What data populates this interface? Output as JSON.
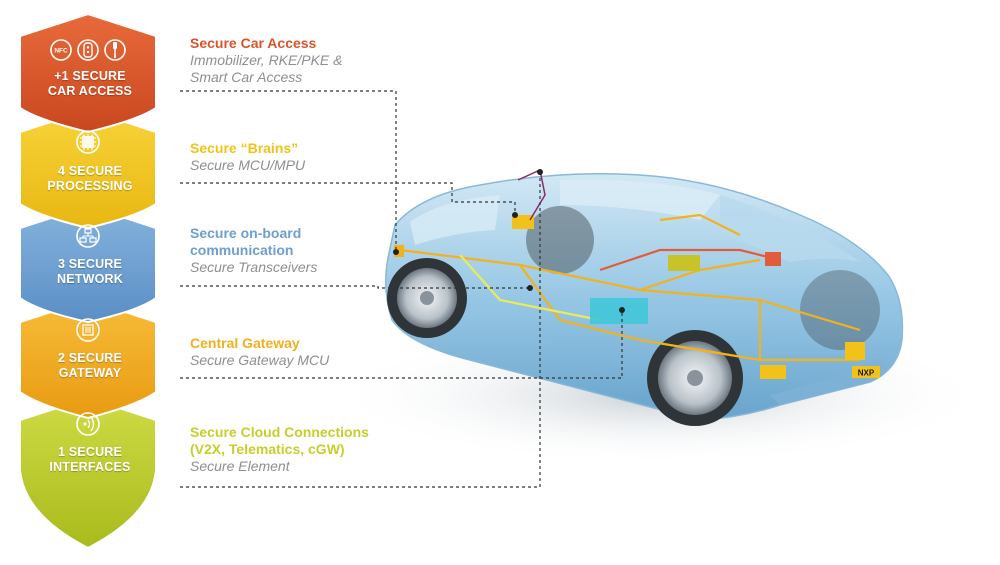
{
  "layers": [
    {
      "label_line1": "+1 SECURE",
      "label_line2": "CAR ACCESS",
      "color": "#d9542b",
      "icons": [
        "nfc-icon",
        "key-fob-icon",
        "key-icon"
      ],
      "icon_text": "NFC"
    },
    {
      "label_line1": "4 SECURE",
      "label_line2": "PROCESSING",
      "color": "#f2c21a",
      "icons": [
        "chip-icon"
      ]
    },
    {
      "label_line1": "3 SECURE",
      "label_line2": "NETWORK",
      "color": "#6d9fd0",
      "icons": [
        "network-icon"
      ]
    },
    {
      "label_line1": "2 SECURE",
      "label_line2": "GATEWAY",
      "color": "#f0a91e",
      "icons": [
        "gateway-icon"
      ]
    },
    {
      "label_line1": "1 SECURE",
      "label_line2": "INTERFACES",
      "color": "#bccb2a",
      "icons": [
        "wireless-icon"
      ]
    }
  ],
  "descriptions": [
    {
      "title": "Secure Car Access",
      "subtitle_line1": "Immobilizer, RKE/PKE &",
      "subtitle_line2": "Smart Car Access",
      "color": "#d9542b"
    },
    {
      "title": "Secure “Brains”",
      "subtitle_line1": "Secure MCU/MPU",
      "color": "#f2c21a"
    },
    {
      "title_line1": "Secure on-board",
      "title_line2": "communication",
      "subtitle_line1": "Secure Transceivers",
      "color": "#6d9fd0"
    },
    {
      "title": "Central Gateway",
      "subtitle_line1": "Secure Gateway MCU",
      "color": "#f0b01e"
    },
    {
      "title_line1": "Secure Cloud Connections",
      "title_line2": "(V2X, Telematics, cGW)",
      "subtitle_line1": "Secure Element",
      "color": "#c5cf2a"
    }
  ],
  "car": {
    "badge_text": "NXP",
    "body_color": "#8fc3e3",
    "wiring_color": "#f2b21d",
    "module_color": "#41c7d8"
  }
}
